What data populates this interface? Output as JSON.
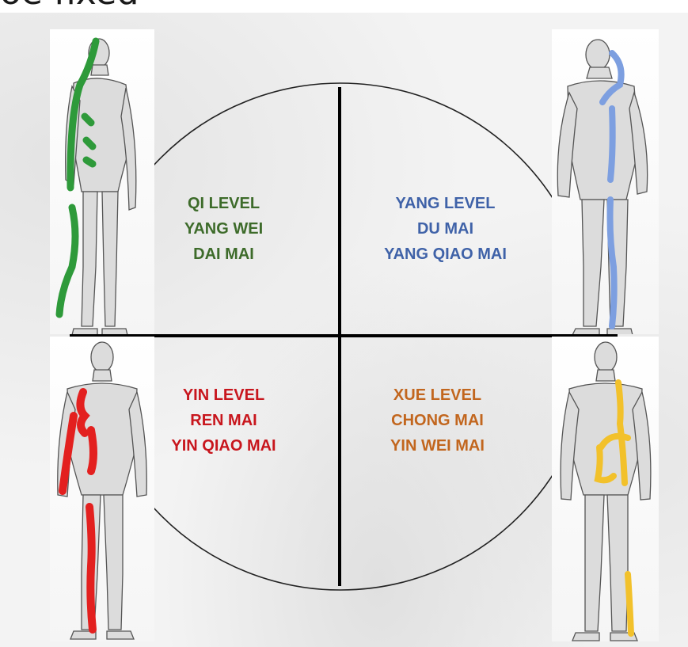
{
  "heading_fragment": "oe fixed",
  "quadrants": {
    "top_left": {
      "lines": [
        "QI LEVEL",
        "YANG WEI",
        "DAI MAI"
      ],
      "color": "#3d6b2a"
    },
    "top_right": {
      "lines": [
        "YANG LEVEL",
        "DU MAI",
        "YANG QIAO MAI"
      ],
      "color": "#3f62a8"
    },
    "bottom_left": {
      "lines": [
        "YIN LEVEL",
        "REN MAI",
        "YIN QIAO MAI"
      ],
      "color": "#c8161d"
    },
    "bottom_right": {
      "lines": [
        "XUE LEVEL",
        "CHONG MAI",
        "YIN WEI MAI"
      ],
      "color": "#c2661e"
    }
  },
  "figures": {
    "top_left": {
      "view": "side",
      "meridian_color": "#2e9a3a"
    },
    "top_right": {
      "view": "back",
      "meridian_color": "#7d9fe0"
    },
    "bottom_left": {
      "view": "front",
      "meridian_color": "#e3201f"
    },
    "bottom_right": {
      "view": "front",
      "meridian_color": "#f2c12b"
    }
  },
  "colors": {
    "divider": "#000000",
    "circle": "#222222",
    "background": "#f1f1f1"
  }
}
